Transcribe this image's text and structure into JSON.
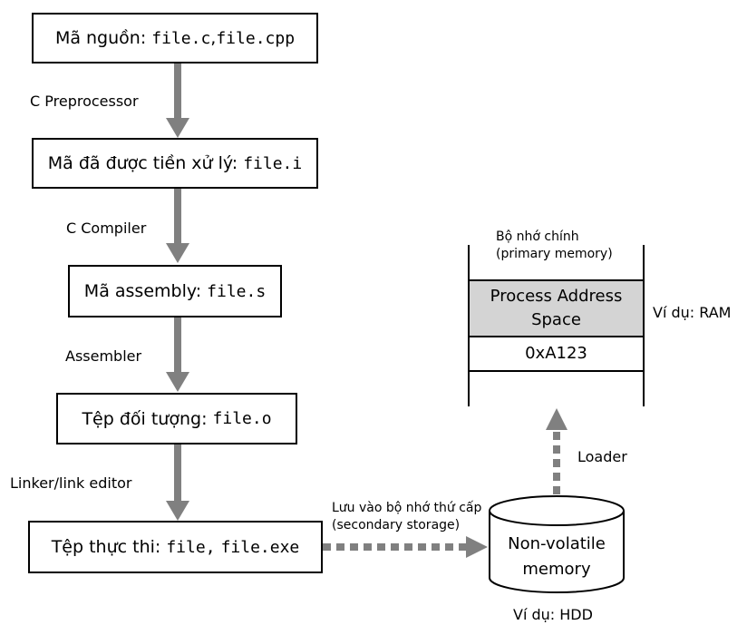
{
  "stages": [
    {
      "text": "Mã nguồn: ",
      "code": "file.c",
      "sep": ",",
      "code2": "file.cpp"
    },
    {
      "text": "Mã đã được tiền xử lý: ",
      "code": "file.i"
    },
    {
      "text": "Mã assembly: ",
      "code": "file.s"
    },
    {
      "text": "Tệp đối tượng: ",
      "code": "file.o"
    },
    {
      "text": "Tệp thực thi: ",
      "code": "file,",
      "sep": " ",
      "code2": "file.exe"
    }
  ],
  "arrows": [
    "C Preprocessor",
    "C Compiler",
    "Assembler",
    "Linker/link editor"
  ],
  "storage": {
    "arrow_label_line1": "Lưu vào bộ nhớ thứ cấp",
    "arrow_label_line2": "(secondary storage)",
    "cylinder_line1": "Non-volatile",
    "cylinder_line2": "memory",
    "example": "Ví dụ: HDD"
  },
  "loader": "Loader",
  "memory": {
    "title_line1": "Bộ nhớ chính",
    "title_line2": "(primary memory)",
    "pas_line1": "Process Address",
    "pas_line2": "Space",
    "address": "0xA123",
    "example": "Ví dụ: RAM"
  },
  "colors": {
    "arrow": "#808080",
    "pas_fill": "#d4d4d4"
  }
}
